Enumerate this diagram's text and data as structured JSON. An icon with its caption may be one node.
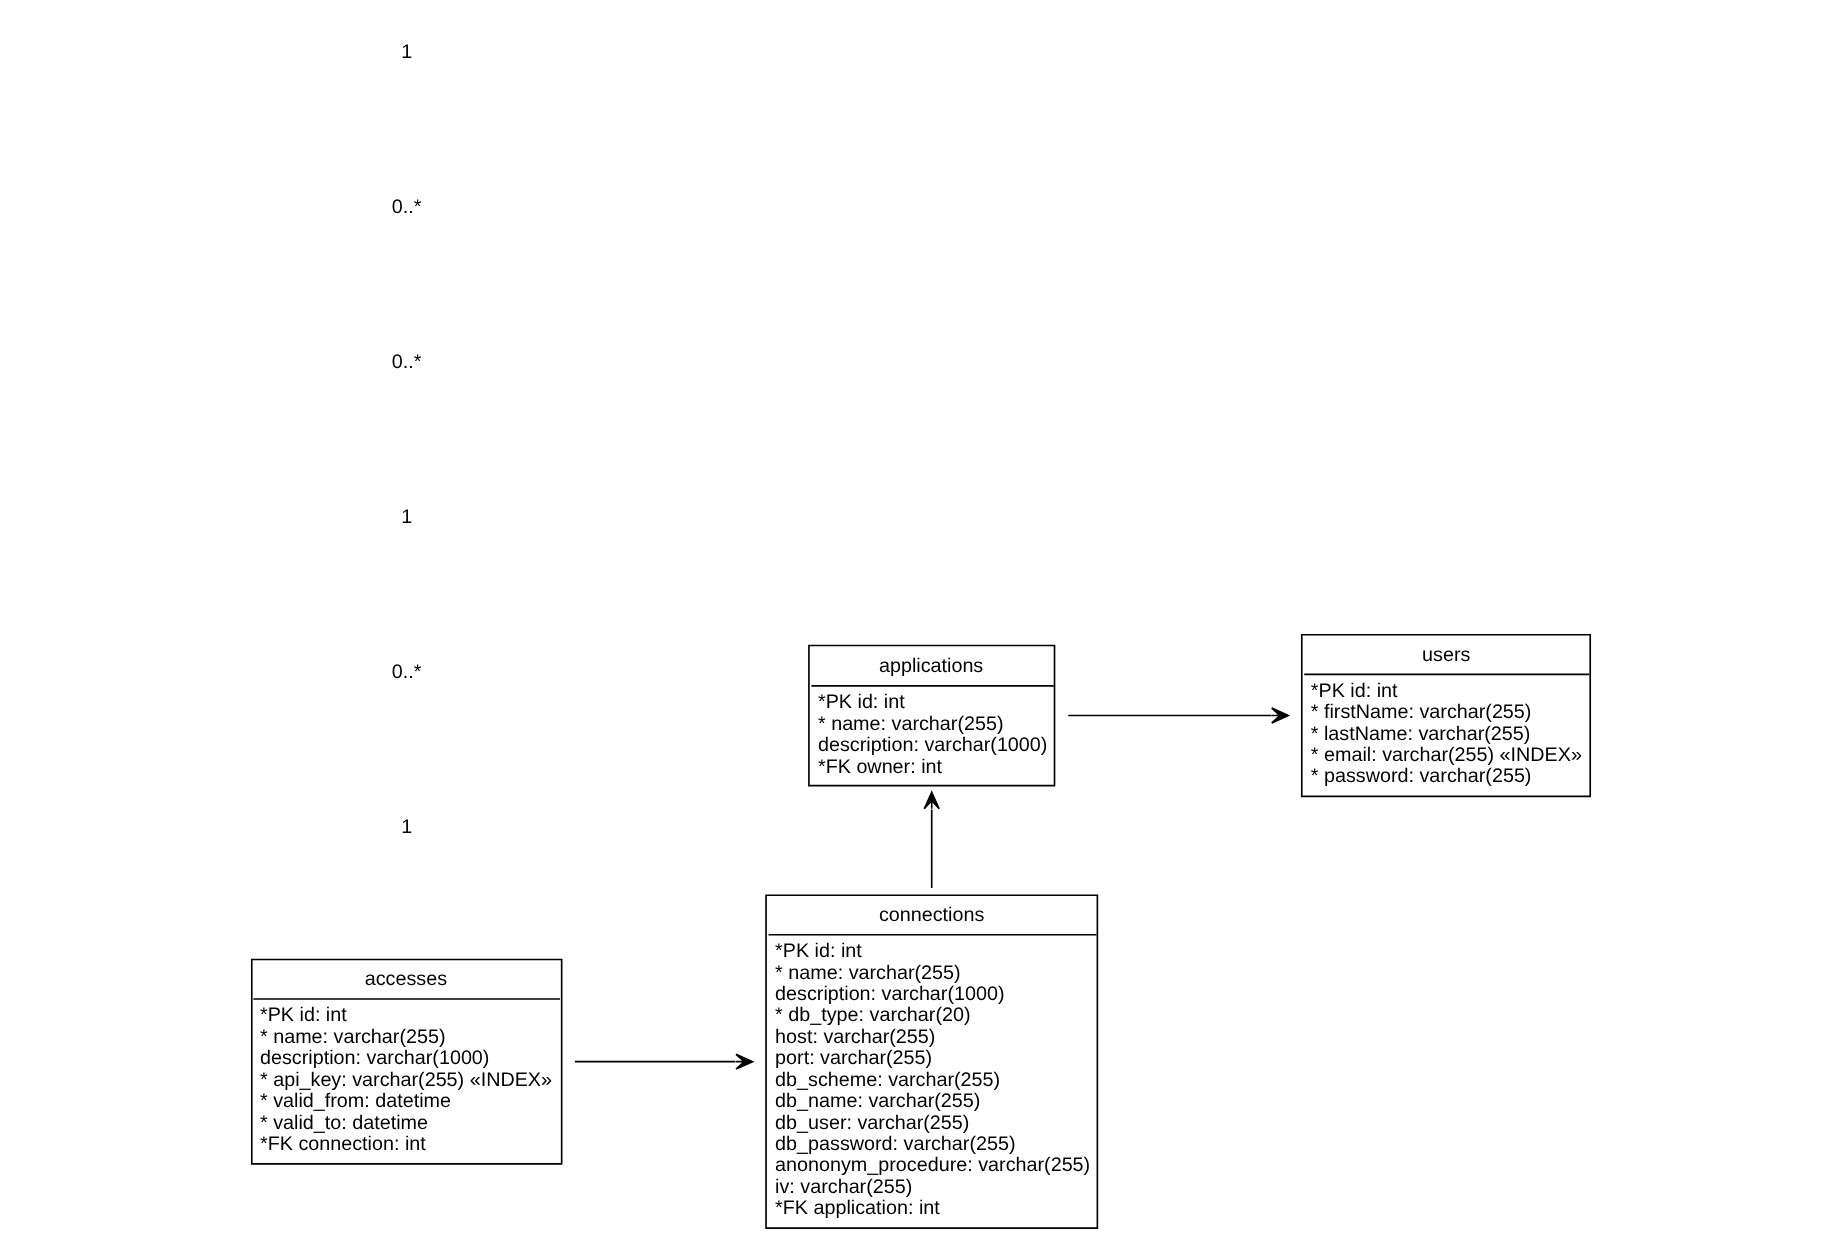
{
  "diagram": {
    "nodes": [
      {
        "text": [
          "users",
          "*PK id: int",
          "* firstName: varchar(255)",
          "* lastName: varchar(255)",
          "* email: varchar(255) «INDEX»",
          "* password: varchar(255)"
        ]
      },
      {
        "text": [
          "applications",
          "*PK id: int",
          "* name: varchar(255)",
          "description: varchar(1000)",
          "*FK owner: int"
        ]
      },
      {
        "text": [
          "accesses",
          "*PK id: int",
          "* name: varchar(255)",
          "description: varchar(1000)",
          "* api_key: varchar(255) «INDEX»",
          "* valid_from: datetime",
          "* valid_to: datetime",
          "*FK connection: int"
        ]
      },
      {
        "text": [
          "connections",
          "*PK id: int",
          "* name: varchar(255)",
          "description: varchar(1000)",
          "* db_type: varchar(20)",
          "host: varchar(255)",
          "port: varchar(255)",
          "db_scheme: varchar(255)",
          "db_name: varchar(255)",
          "db_user: varchar(255)",
          "db_password: varchar(255)",
          "anononym_procedure: varchar(255)",
          "iv: varchar(255)",
          "*FK application: int"
        ]
      }
    ],
    "edges": [
      {
        "from": 1,
        "to": 0,
        "arrow": "to"
      },
      {
        "from": 3,
        "to": 1,
        "arrow": "to"
      },
      {
        "from": 2,
        "to": 3,
        "arrow": "to"
      }
    ],
    "labels": [
      "1",
      "0..*",
      "1",
      "0..*",
      "0..*",
      "1"
    ]
  }
}
